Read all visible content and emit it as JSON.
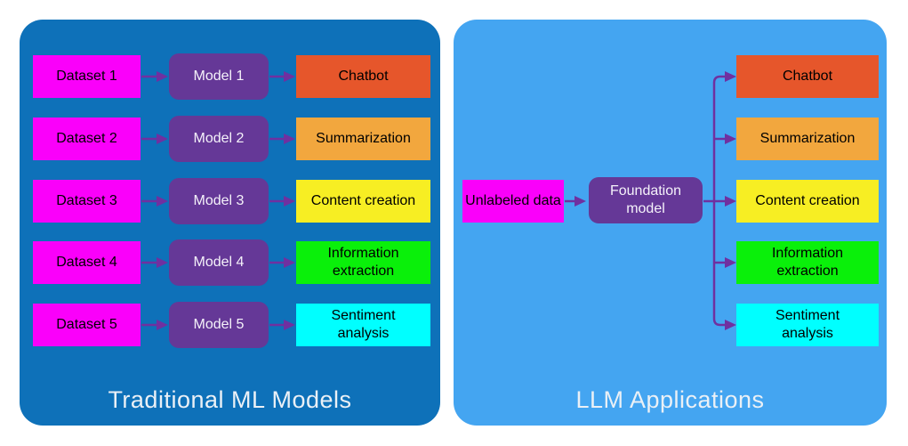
{
  "colors": {
    "canvas_bg": "#FFFFFF",
    "left_panel_bg": "#0E71B9",
    "right_panel_bg": "#44A5F1",
    "dataset_box_bg": "#FA00FA",
    "model_box_bg": "#653897",
    "arrow": "#7030A0",
    "title_text": "#EAF0F6",
    "box_text": "#000000"
  },
  "left_panel": {
    "title": "Traditional ML Models",
    "rows": [
      {
        "dataset": "Dataset 1",
        "model": "Model 1",
        "app": "Chatbot",
        "app_color": "#E6562B"
      },
      {
        "dataset": "Dataset 2",
        "model": "Model 2",
        "app": "Summarization",
        "app_color": "#F2A73E"
      },
      {
        "dataset": "Dataset 3",
        "model": "Model 3",
        "app": "Content creation",
        "app_color": "#F7EE23"
      },
      {
        "dataset": "Dataset 4",
        "model": "Model 4",
        "app": "Information extraction",
        "app_color": "#0AF00A"
      },
      {
        "dataset": "Dataset 5",
        "model": "Model 5",
        "app": "Sentiment analysis",
        "app_color": "#00FFFF"
      }
    ]
  },
  "right_panel": {
    "title": "LLM Applications",
    "input": "Unlabeled data",
    "model": "Foundation model",
    "apps": [
      {
        "label": "Chatbot",
        "color": "#E6562B"
      },
      {
        "label": "Summarization",
        "color": "#F2A73E"
      },
      {
        "label": "Content creation",
        "color": "#F7EE23"
      },
      {
        "label": "Information extraction",
        "color": "#0AF00A"
      },
      {
        "label": "Sentiment analysis",
        "color": "#00FFFF"
      }
    ]
  }
}
